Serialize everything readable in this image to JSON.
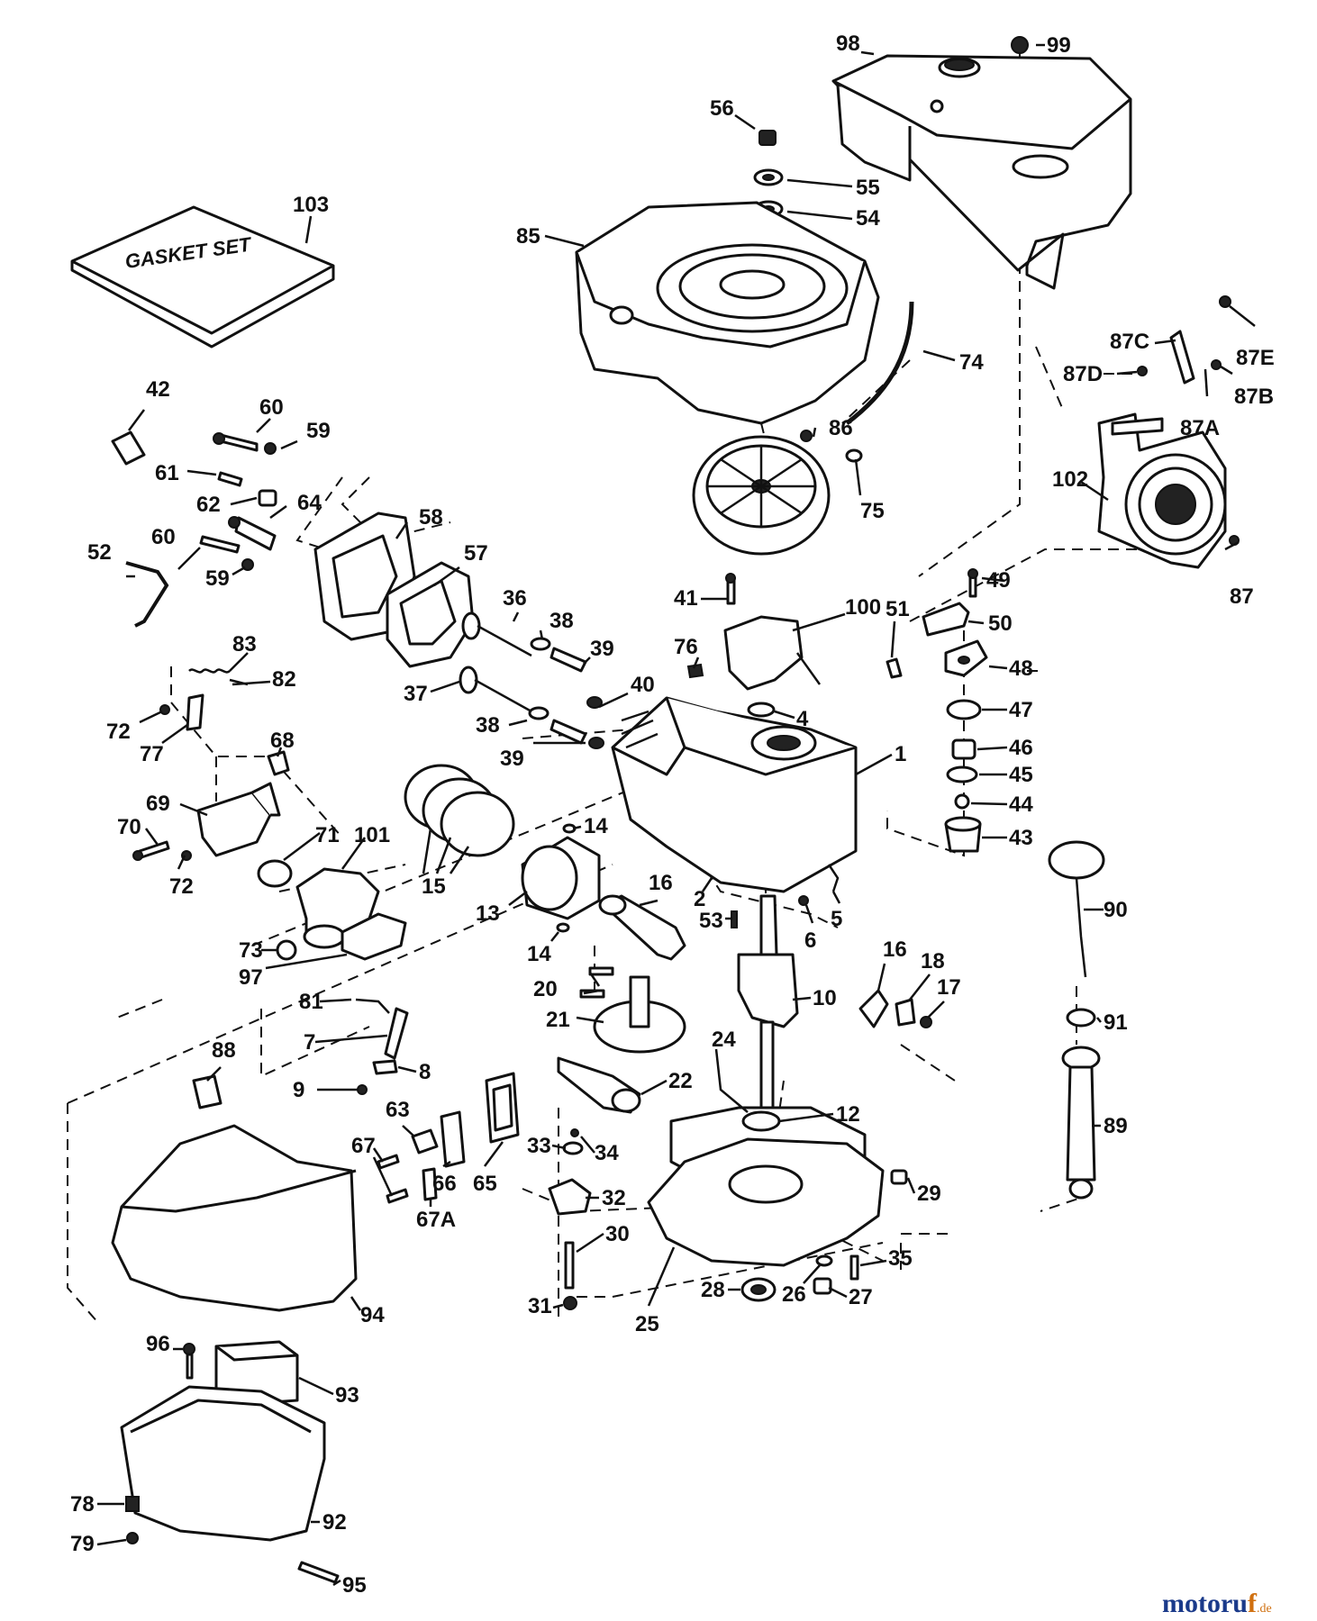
{
  "diagram": {
    "gasket_set_text": "GASKET SET",
    "watermark": {
      "brand_main": "motoru",
      "brand_accent": "f",
      "brand_tld": ".de"
    },
    "labels": [
      "98",
      "99",
      "56",
      "55",
      "54",
      "103",
      "85",
      "74",
      "87C",
      "87E",
      "87D",
      "87B",
      "87A",
      "42",
      "60",
      "59",
      "61",
      "62",
      "64",
      "86",
      "75",
      "102",
      "58",
      "60",
      "59",
      "57",
      "52",
      "36",
      "38",
      "39",
      "100",
      "41",
      "49",
      "51",
      "50",
      "87",
      "37",
      "40",
      "76",
      "83",
      "82",
      "48",
      "47",
      "4",
      "72",
      "77",
      "68",
      "1",
      "38",
      "39",
      "46",
      "45",
      "69",
      "44",
      "70",
      "71",
      "101",
      "43",
      "72",
      "14",
      "15",
      "16",
      "2",
      "53",
      "5",
      "13",
      "6",
      "73",
      "97",
      "90",
      "14",
      "20",
      "16",
      "18",
      "10",
      "17",
      "81",
      "21",
      "7",
      "88",
      "91",
      "24",
      "22",
      "8",
      "9",
      "12",
      "63",
      "89",
      "33",
      "34",
      "67",
      "65",
      "29",
      "66",
      "32",
      "67A",
      "30",
      "35",
      "94",
      "28",
      "26",
      "27",
      "31",
      "25",
      "96",
      "93",
      "92",
      "78",
      "79",
      "95"
    ]
  }
}
